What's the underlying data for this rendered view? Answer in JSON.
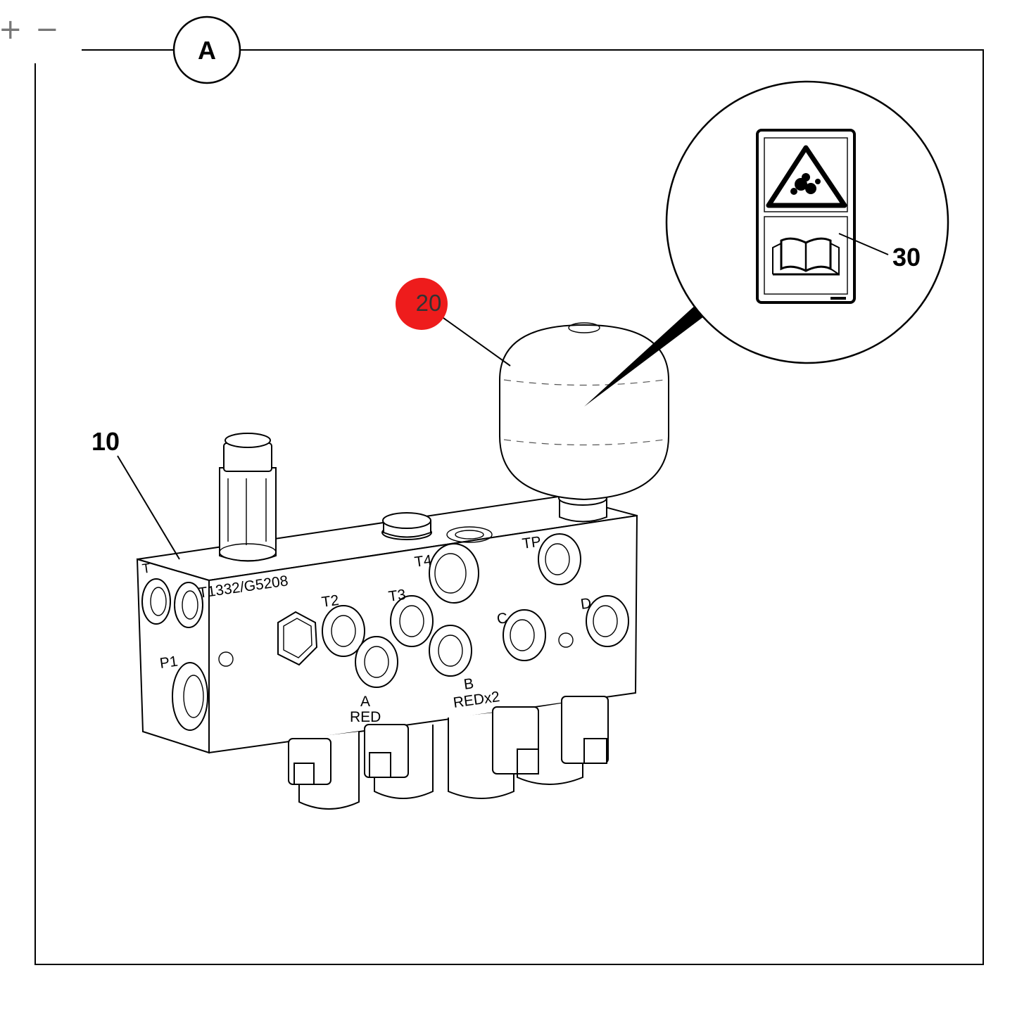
{
  "toolbar": {
    "zoom_in_label": "+",
    "zoom_out_label": "−"
  },
  "diagram": {
    "view_label": "A",
    "callouts": {
      "c10": "10",
      "c20": "20",
      "c30": "30"
    },
    "ports": {
      "t": "T",
      "code": "T1332/G5208",
      "p1": "P1",
      "t2": "T2",
      "t3": "T3",
      "t4": "T4",
      "tp": "TP",
      "c": "C",
      "d": "D",
      "a": "A",
      "a_red": "RED",
      "b": "B",
      "b_redx2": "REDx2"
    },
    "colors": {
      "highlight": "#ee1c1c",
      "frame": "#000000"
    },
    "icons": [
      "warning-triangle-icon",
      "manual-book-icon",
      "hex-plug-icon"
    ]
  }
}
